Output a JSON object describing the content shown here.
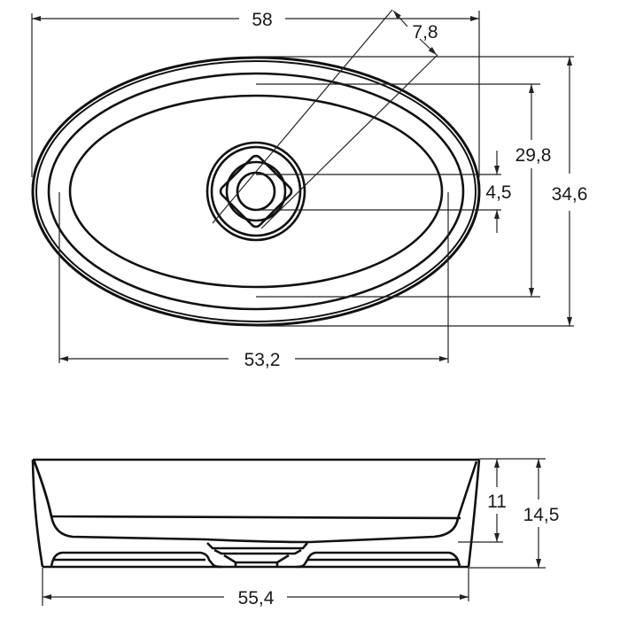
{
  "drawing": {
    "type": "technical-drawing",
    "subject": "oval washbasin",
    "background": "#ffffff",
    "line_color": "#111111",
    "top_view": {
      "dimensions": {
        "overall_length": "58",
        "drain_diagonal": "7,8",
        "inner_width": "29,8",
        "drain_offset": "4,5",
        "overall_width": "34,6",
        "inner_length": "53,2"
      }
    },
    "side_view": {
      "dimensions": {
        "inner_depth": "11",
        "overall_height": "14,5",
        "base_length": "55,4"
      }
    }
  }
}
